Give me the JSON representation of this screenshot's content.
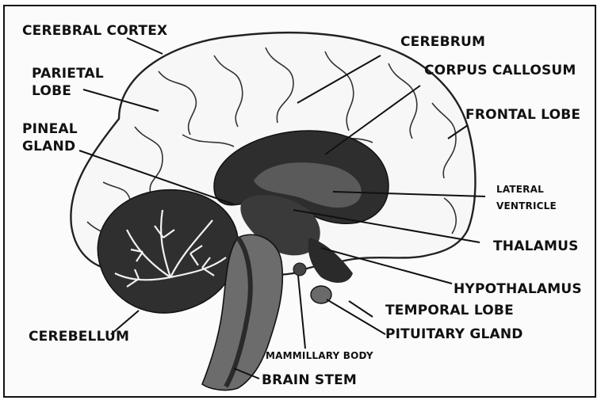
{
  "labels": {
    "cerebral_cortex": "CEREBRAL CORTEX",
    "parietal_lobe_1": "PARIETAL",
    "parietal_lobe_2": "LOBE",
    "pineal_gland_1": "PINEAL",
    "pineal_gland_2": "GLAND",
    "cerebrum": "CEREBRUM",
    "corpus_callosum": "CORPUS CALLOSUM",
    "frontal_lobe": "FRONTAL LOBE",
    "lateral_ventricle_1": "LATERAL",
    "lateral_ventricle_2": "VENTRICLE",
    "thalamus": "THALAMUS",
    "hypothalamus": "HYPOTHALAMUS",
    "temporal_lobe": "TEMPORAL LOBE",
    "pituitary_gland": "PITUITARY GLAND",
    "mammillary_body": "MAMMILLARY BODY",
    "brain_stem": "BRAIN STEM",
    "cerebellum": "CEREBELLUM"
  },
  "colors": {
    "ink": "#111111",
    "dark_structure": "#2e2e2e",
    "mid_structure": "#5a5a5a",
    "light_structure": "#8a8a8a",
    "cortex_fill": "#f6f6f6"
  }
}
